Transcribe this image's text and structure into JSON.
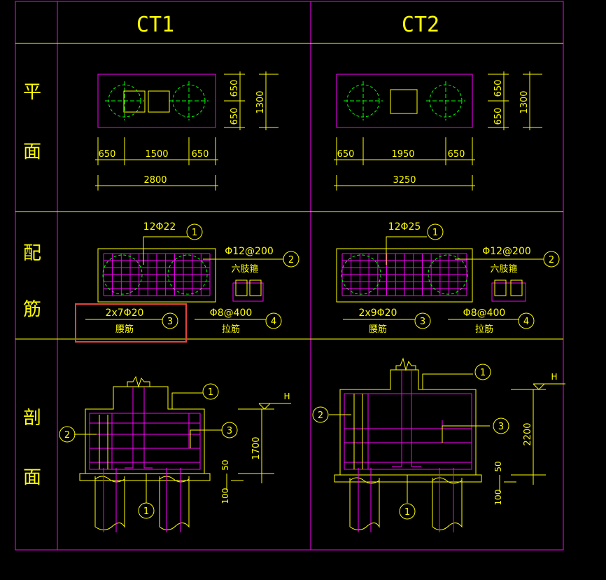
{
  "headers": {
    "col1": "CT1",
    "col2": "CT2"
  },
  "rows": {
    "plan": [
      "平",
      "面"
    ],
    "rebar": [
      "配",
      "筋"
    ],
    "section": [
      "剖",
      "面"
    ]
  },
  "ct1": {
    "plan_dims_bottom": [
      "650",
      "1500",
      "650"
    ],
    "plan_total": "2800",
    "plan_dims_right": [
      "650",
      "650"
    ],
    "plan_total_right": "1300",
    "main_bar": "12Φ22",
    "stirrup": "Φ12@200",
    "stirrup_label": "六肢箍",
    "waist_bar": "2x7Φ20",
    "waist_label": "腰筋",
    "tie_bar": "Φ8@400",
    "tie_label": "拉筋",
    "section_height": "1700",
    "section_d1": "50",
    "section_d2": "100"
  },
  "ct2": {
    "plan_dims_bottom": [
      "650",
      "1950",
      "650"
    ],
    "plan_total": "3250",
    "plan_dims_right": [
      "650",
      "650"
    ],
    "plan_total_right": "1300",
    "main_bar": "12Φ25",
    "stirrup": "Φ12@200",
    "stirrup_label": "六肢箍",
    "waist_bar": "2x9Φ20",
    "waist_label": "腰筋",
    "tie_bar": "Φ8@400",
    "tie_label": "拉筋",
    "section_height": "2200",
    "section_d1": "50",
    "section_d2": "100"
  },
  "marks": [
    "1",
    "2",
    "3",
    "4"
  ],
  "level": "H",
  "colors": {
    "yellow": "#ffff00",
    "magenta": "#ff00ff",
    "green": "#00ff00",
    "highlight": "#e8423a",
    "bg": "#000000"
  }
}
